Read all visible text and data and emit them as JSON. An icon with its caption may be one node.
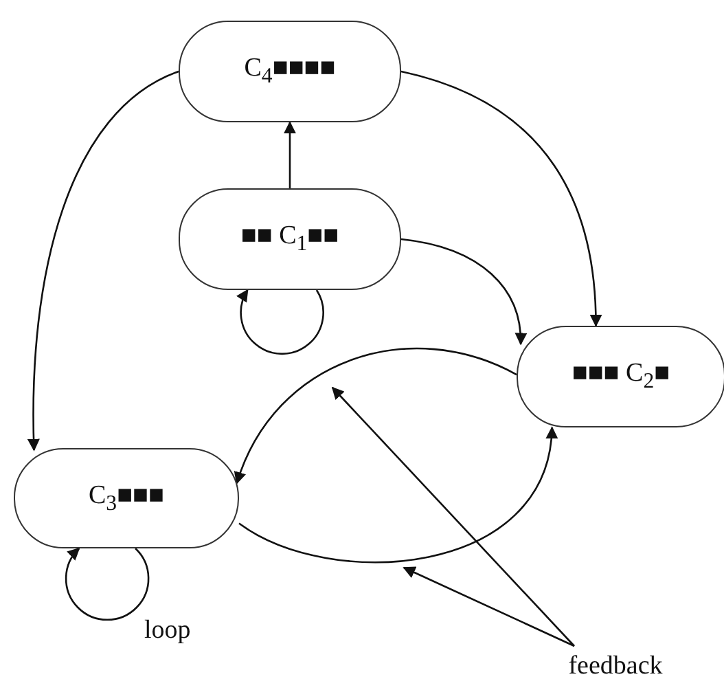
{
  "diagram": {
    "nodes": [
      {
        "text": [
          "C$_{4}$■■■■"
        ]
      },
      {
        "text": [
          "■■ C$_{1}$■■"
        ]
      },
      {
        "text": [
          "■■■ C$_{2}$■"
        ]
      },
      {
        "text": [
          "C$_{3}$■■■"
        ]
      },
      {
        "text": [
          "feedback"
        ]
      }
    ],
    "edges": [
      {
        "from": 1,
        "to": 0,
        "arrow": "to"
      },
      {
        "from": 0,
        "to": 2,
        "arrow": "to"
      },
      {
        "from": 0,
        "to": 3,
        "arrow": "to"
      },
      {
        "from": 1,
        "to": 2,
        "arrow": "to"
      },
      {
        "from": 1,
        "to": 1,
        "arrow": "to"
      },
      {
        "from": 2,
        "to": 3,
        "arrow": "to"
      },
      {
        "from": 3,
        "to": 2,
        "arrow": "to"
      },
      {
        "from": 3,
        "to": 3,
        "arrow": "to",
        "label": "loop"
      },
      {
        "from": 4,
        "to": null,
        "arrow": "to"
      },
      {
        "from": 4,
        "to": null,
        "arrow": "to"
      }
    ]
  }
}
